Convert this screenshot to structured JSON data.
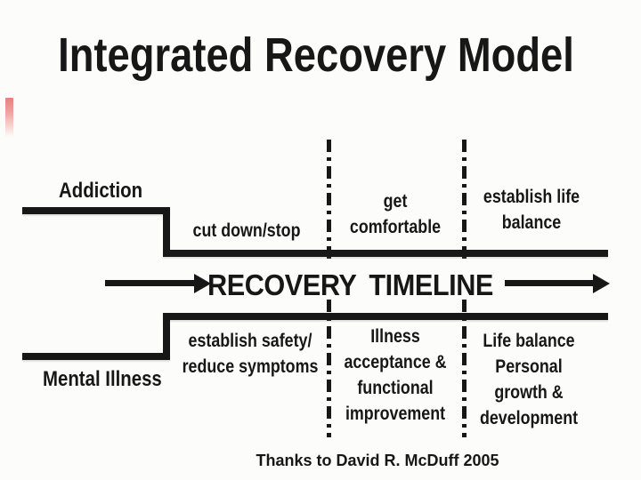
{
  "colors": {
    "ink": "#171717",
    "background": "#fcfcfa",
    "scan_mark": "#e9807c"
  },
  "title": "Integrated Recovery Model",
  "diagram": {
    "top_track": {
      "label": "Addiction",
      "phases": [
        {
          "lines": [
            "cut down/stop"
          ]
        },
        {
          "lines": [
            "get",
            "comfortable"
          ]
        },
        {
          "lines": [
            "establish life",
            "balance"
          ]
        }
      ]
    },
    "timeline_label": "RECOVERY TIMELINE",
    "bottom_track": {
      "label": "Mental Illness",
      "phases": [
        {
          "lines": [
            "establish safety/",
            "reduce symptoms"
          ]
        },
        {
          "lines": [
            "Illness",
            "acceptance &",
            "functional",
            "improvement"
          ]
        },
        {
          "lines": [
            "Life balance",
            "Personal",
            "growth &",
            "development"
          ]
        }
      ]
    }
  },
  "caption": "Thanks to David R. McDuff 2005"
}
